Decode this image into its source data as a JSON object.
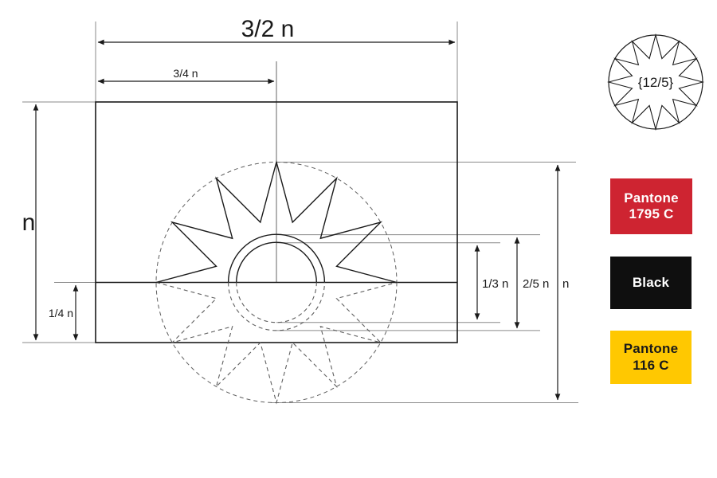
{
  "diagram": {
    "dimensions": {
      "top_width": "3/2 n",
      "top_partial": "3/4 n",
      "left_height": "n",
      "left_bottom": "1/4 n",
      "right_inner_circle": "1/3 n",
      "right_outer_circle": "2/5 n",
      "right_sun_diameter": "n"
    },
    "sun": {
      "ray_count": 12,
      "star_polygon_label": "{12/5}"
    }
  },
  "swatches": [
    {
      "name": "pantone-1795c",
      "line1": "Pantone",
      "line2": "1795 C",
      "bg": "#CE2431",
      "fg": "#FFFFFF"
    },
    {
      "name": "black",
      "line1": "Black",
      "line2": "",
      "bg": "#0F0F0F",
      "fg": "#FFFFFF"
    },
    {
      "name": "pantone-116c",
      "line1": "Pantone",
      "line2": "116 C",
      "bg": "#FFC801",
      "fg": "#1A1A1A"
    }
  ]
}
